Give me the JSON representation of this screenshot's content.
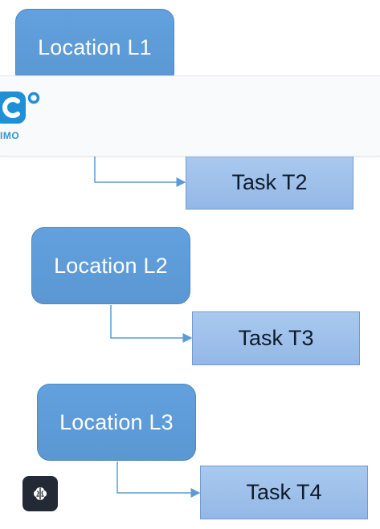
{
  "diagram": {
    "locations": [
      {
        "label": "Location L1"
      },
      {
        "label": "Location L2"
      },
      {
        "label": "Location L3"
      }
    ],
    "tasks": [
      {
        "label": "Task T2"
      },
      {
        "label": "Task T3"
      },
      {
        "label": "Task T4"
      }
    ]
  },
  "banner": {
    "logo_text": "IMO",
    "logo_icon": "wrench-logo-icon"
  },
  "assistant": {
    "icon": "brain-icon"
  },
  "colors": {
    "location_fill": "#5b9bd5",
    "task_fill": "#9dc3e6",
    "connector": "#5b9bd5",
    "logo": "#1f8fd8",
    "assistant_bg": "#242936"
  }
}
